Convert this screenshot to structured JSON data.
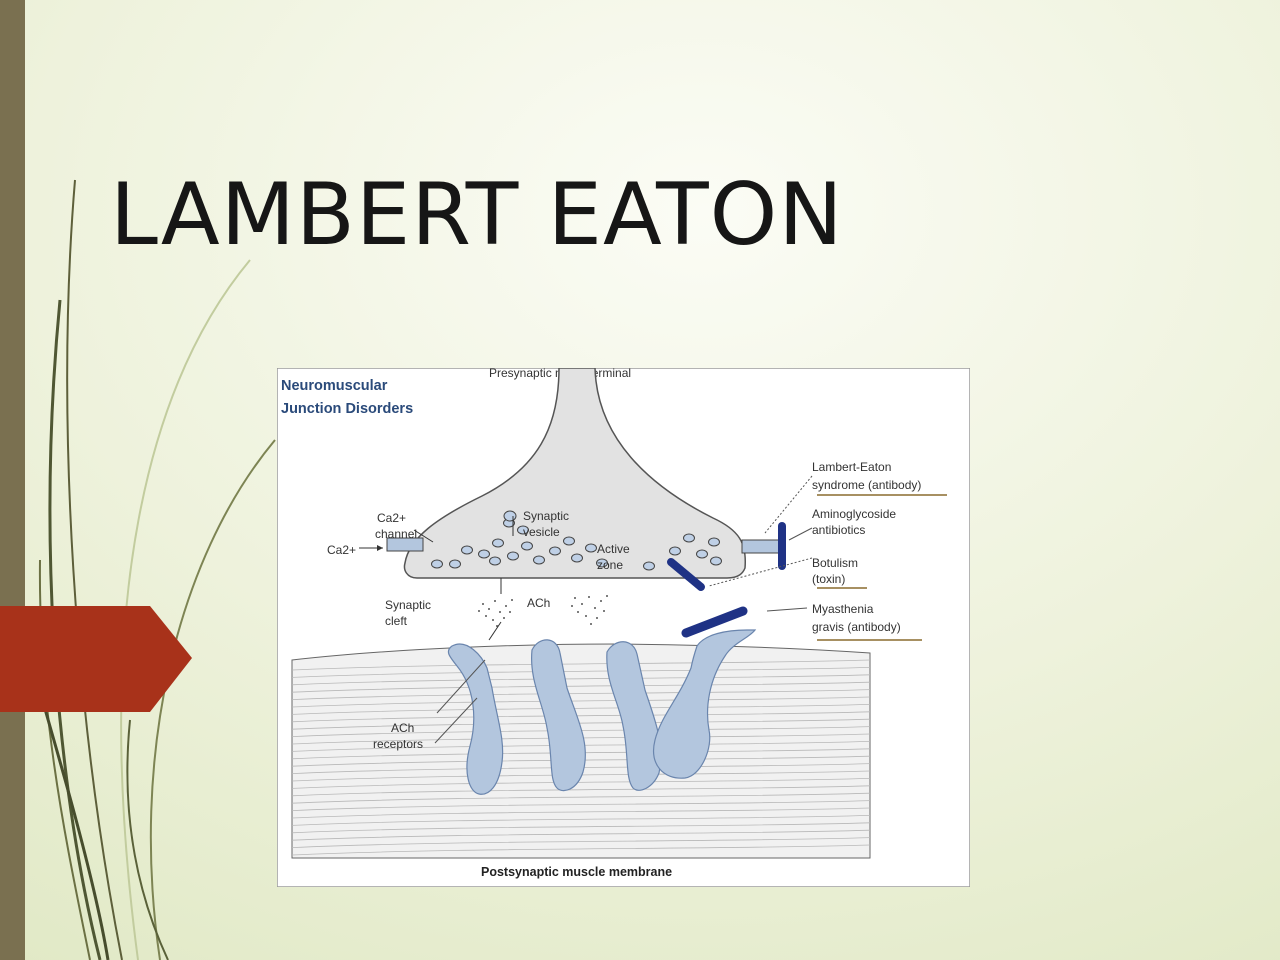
{
  "slide": {
    "title": "LAMBERT EATON",
    "colors": {
      "background": "#e9efd6",
      "left_bar": "#7a7050",
      "arrow_tab": "#a8321a",
      "figure_blue": "#b3c6de",
      "toxin_blue": "#1f3285"
    }
  },
  "figure": {
    "heading_line1": "Neuromuscular",
    "heading_line2": "Junction Disorders",
    "top_label": "Presynaptic nerve terminal",
    "bottom_label": "Postsynaptic muscle membrane",
    "labels": {
      "ca_channel_l1": "Ca2+",
      "ca_channel_l2": "channel",
      "ca_ion": "Ca2+",
      "synaptic_vesicle_l1": "Synaptic",
      "synaptic_vesicle_l2": "vesicle",
      "active_zone_l1": "Active",
      "active_zone_l2": "zone",
      "synaptic_cleft_l1": "Synaptic",
      "synaptic_cleft_l2": "cleft",
      "ach": "ACh",
      "ach_receptors_l1": "ACh",
      "ach_receptors_l2": "receptors",
      "lambert_eaton_l1": "Lambert-Eaton",
      "lambert_eaton_l2": "syndrome (antibody)",
      "aminoglycoside_l1": "Aminoglycoside",
      "aminoglycoside_l2": "antibiotics",
      "botulism_l1": "Botulism",
      "botulism_l2": "(toxin)",
      "myasthenia_l1": "Myasthenia",
      "myasthenia_l2": "gravis (antibody)"
    }
  }
}
